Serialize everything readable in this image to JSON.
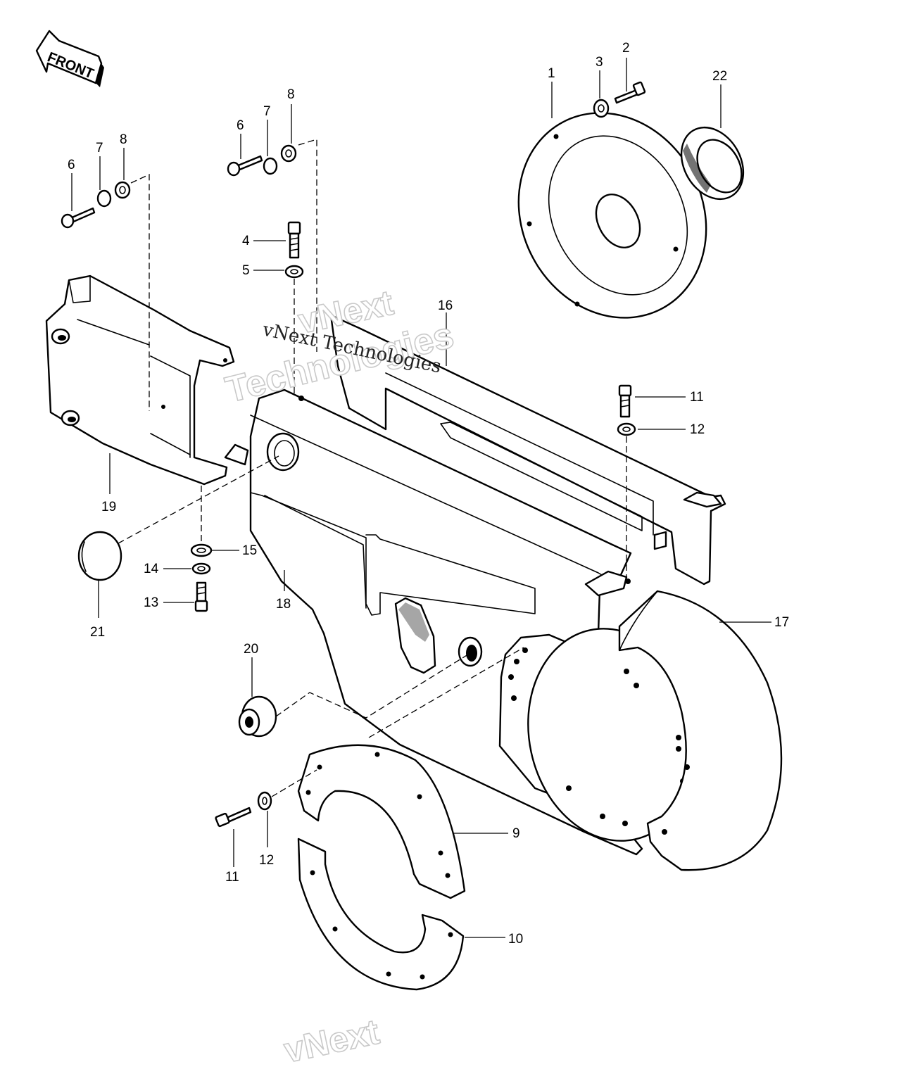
{
  "badge": {
    "text": "FRONT"
  },
  "watermarks": [
    {
      "id": "wm1",
      "text": "vNext"
    },
    {
      "id": "wm2",
      "text": "Technologies"
    },
    {
      "id": "wm3",
      "text": "vNext Technologies"
    },
    {
      "id": "wm4",
      "text": "vNext"
    }
  ],
  "callouts": [
    {
      "id": "c1",
      "text": "1"
    },
    {
      "id": "c2",
      "text": "2"
    },
    {
      "id": "c3",
      "text": "3"
    },
    {
      "id": "c22",
      "text": "22"
    },
    {
      "id": "c6a",
      "text": "6"
    },
    {
      "id": "c7a",
      "text": "7"
    },
    {
      "id": "c8a",
      "text": "8"
    },
    {
      "id": "c6b",
      "text": "6"
    },
    {
      "id": "c7b",
      "text": "7"
    },
    {
      "id": "c8b",
      "text": "8"
    },
    {
      "id": "c4",
      "text": "4"
    },
    {
      "id": "c5",
      "text": "5"
    },
    {
      "id": "c16",
      "text": "16"
    },
    {
      "id": "c11a",
      "text": "11"
    },
    {
      "id": "c12a",
      "text": "12"
    },
    {
      "id": "c19",
      "text": "19"
    },
    {
      "id": "c15",
      "text": "15"
    },
    {
      "id": "c14",
      "text": "14"
    },
    {
      "id": "c13",
      "text": "13"
    },
    {
      "id": "c21",
      "text": "21"
    },
    {
      "id": "c18",
      "text": "18"
    },
    {
      "id": "c17",
      "text": "17"
    },
    {
      "id": "c20",
      "text": "20"
    },
    {
      "id": "c9",
      "text": "9"
    },
    {
      "id": "c11b",
      "text": "11"
    },
    {
      "id": "c12b",
      "text": "12"
    },
    {
      "id": "c10",
      "text": "10"
    }
  ]
}
